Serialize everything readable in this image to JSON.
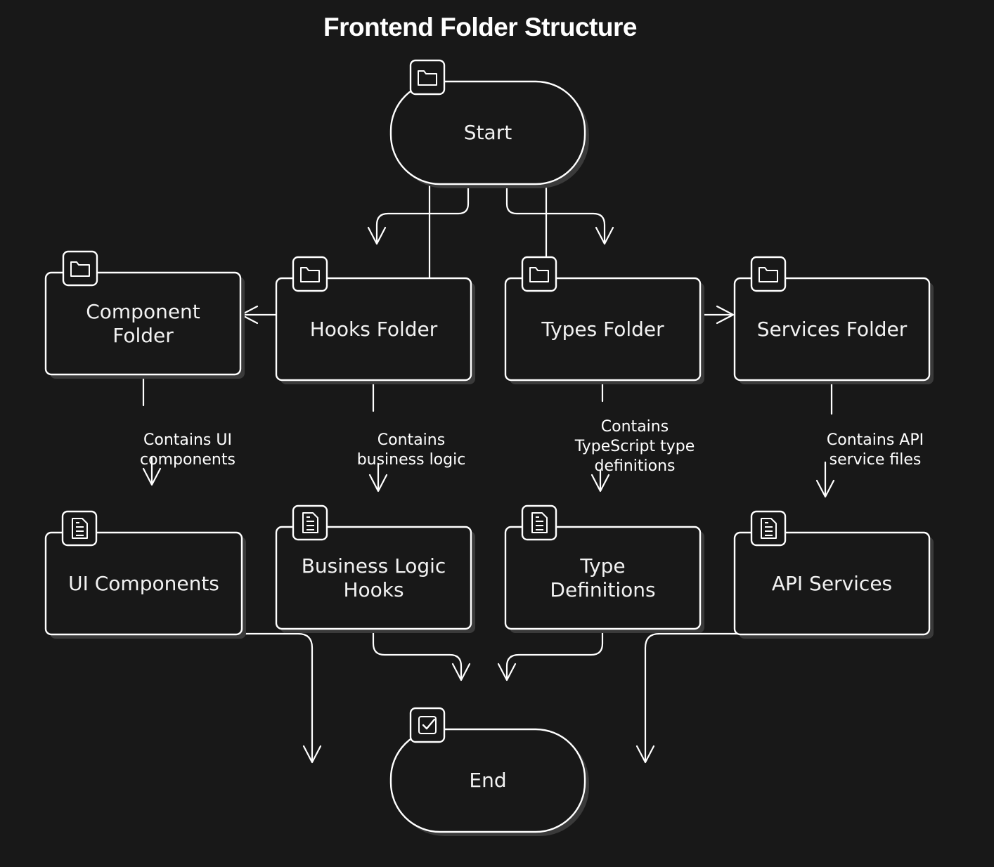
{
  "title": "Frontend Folder Structure",
  "colors": {
    "background": "#181818",
    "stroke": "#ffffff",
    "node_fill": "#181818",
    "shadow": "#3a3a3a"
  },
  "nodes": {
    "start": {
      "label": "Start",
      "icon": "folder-icon"
    },
    "component_folder": {
      "label": "Component Folder",
      "icon": "folder-icon"
    },
    "hooks_folder": {
      "label": "Hooks Folder",
      "icon": "folder-icon"
    },
    "types_folder": {
      "label": "Types Folder",
      "icon": "folder-icon"
    },
    "services_folder": {
      "label": "Services Folder",
      "icon": "folder-icon"
    },
    "ui_components": {
      "label": "UI Components",
      "icon": "file-icon"
    },
    "business_logic_hooks": {
      "label": "Business Logic Hooks",
      "icon": "file-icon"
    },
    "type_definitions": {
      "label": "Type Definitions",
      "icon": "file-icon"
    },
    "api_services": {
      "label": "API Services",
      "icon": "file-icon"
    },
    "end": {
      "label": "End",
      "icon": "checkbox-icon"
    }
  },
  "edge_labels": {
    "component": "Contains UI components",
    "hooks": "Contains business logic",
    "types": "Contains TypeScript type definitions",
    "services": "Contains API service files"
  }
}
